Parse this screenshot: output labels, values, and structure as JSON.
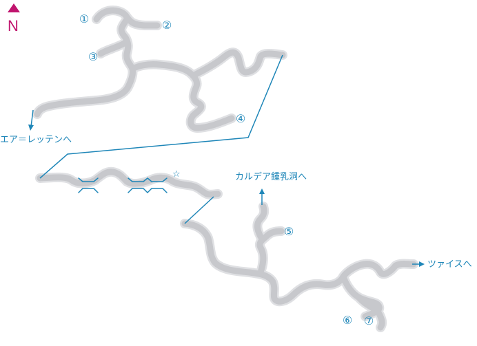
{
  "compass": {
    "label": "N",
    "color": "#c0146e"
  },
  "markers": {
    "m1": "①",
    "m2": "②",
    "m3": "③",
    "m4": "④",
    "m5": "⑤",
    "m6": "⑥",
    "m7": "⑦"
  },
  "star": "☆",
  "exits": {
    "west": "エア＝レッテンへ",
    "north": "カルデア鍾乳洞へ",
    "east": "ツァイスへ"
  },
  "colors": {
    "route": "#c7c8cc",
    "link": "#1e86b8",
    "compass": "#c0146e"
  }
}
